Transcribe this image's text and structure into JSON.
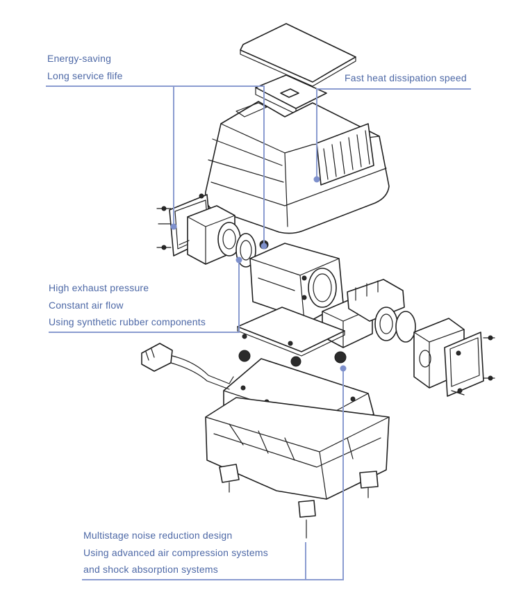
{
  "callouts": {
    "top_left": [
      "Energy-saving",
      "Long service flife"
    ],
    "top_right": [
      "Fast heat dissipation speed"
    ],
    "middle_left": [
      "High exhaust pressure",
      "Constant air flow",
      "Using synthetic rubber components"
    ],
    "bottom": [
      "Multistage noise reduction design",
      "Using advanced air compression systems",
      "and shock absorption systems"
    ]
  },
  "colors": {
    "label_text": "#4d68a6",
    "leader_line": "#8a9bd0",
    "drawing": "#1f1f1f"
  }
}
